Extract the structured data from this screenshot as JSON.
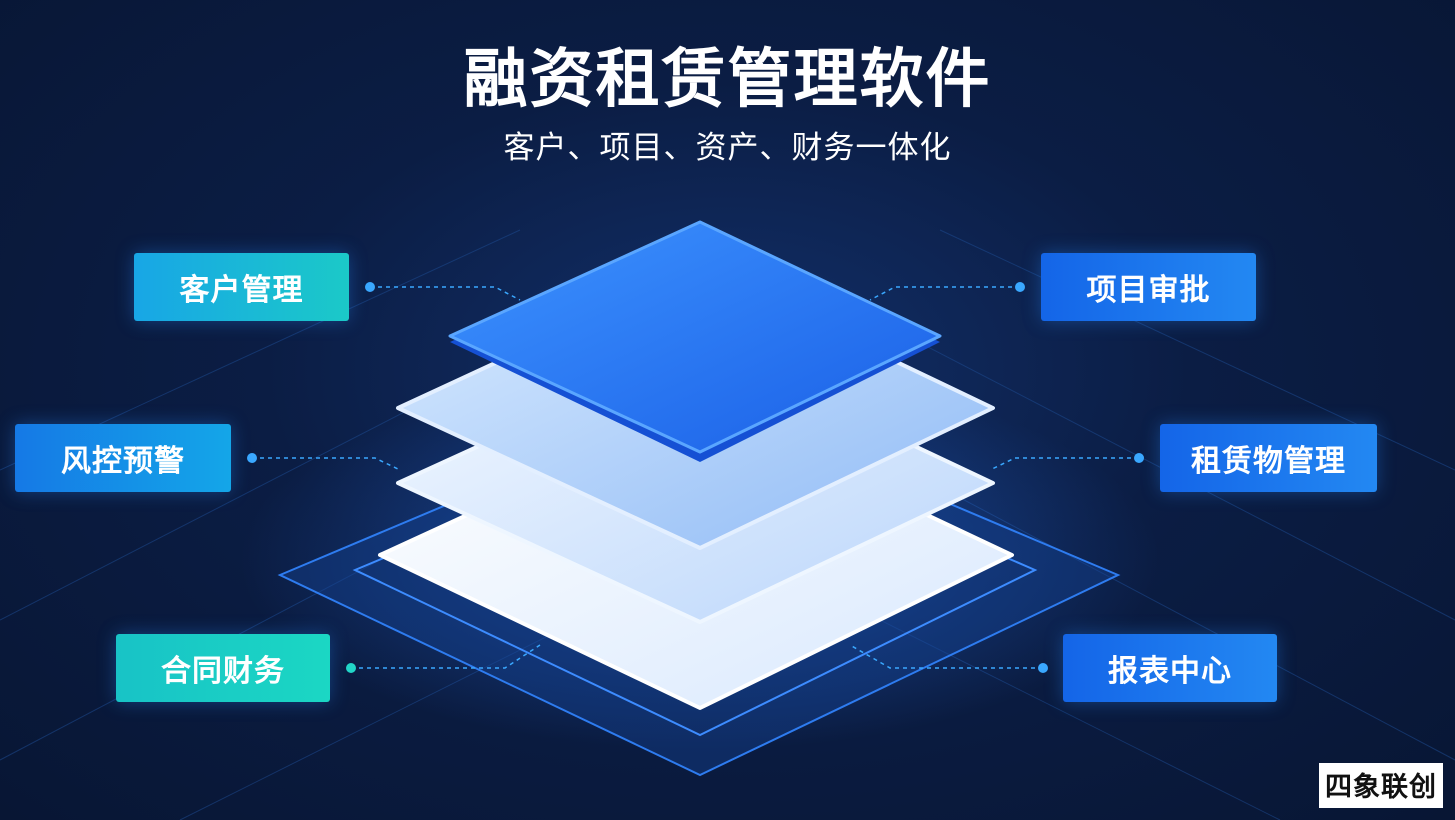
{
  "title": "融资租赁管理软件",
  "subtitle": "客户、项目、资产、财务一体化",
  "modules": {
    "customer": "客户管理",
    "risk": "风控预警",
    "contract": "合同财务",
    "project": "项目审批",
    "asset": "租赁物管理",
    "report": "报表中心"
  },
  "brand": "四象联创",
  "colors": {
    "background": "#0b1d44",
    "top_layer": "#2a7af5",
    "accent_teal": "#1bc9c8",
    "accent_blue": "#1465e8",
    "connector_dot": "#3aa8ff"
  }
}
